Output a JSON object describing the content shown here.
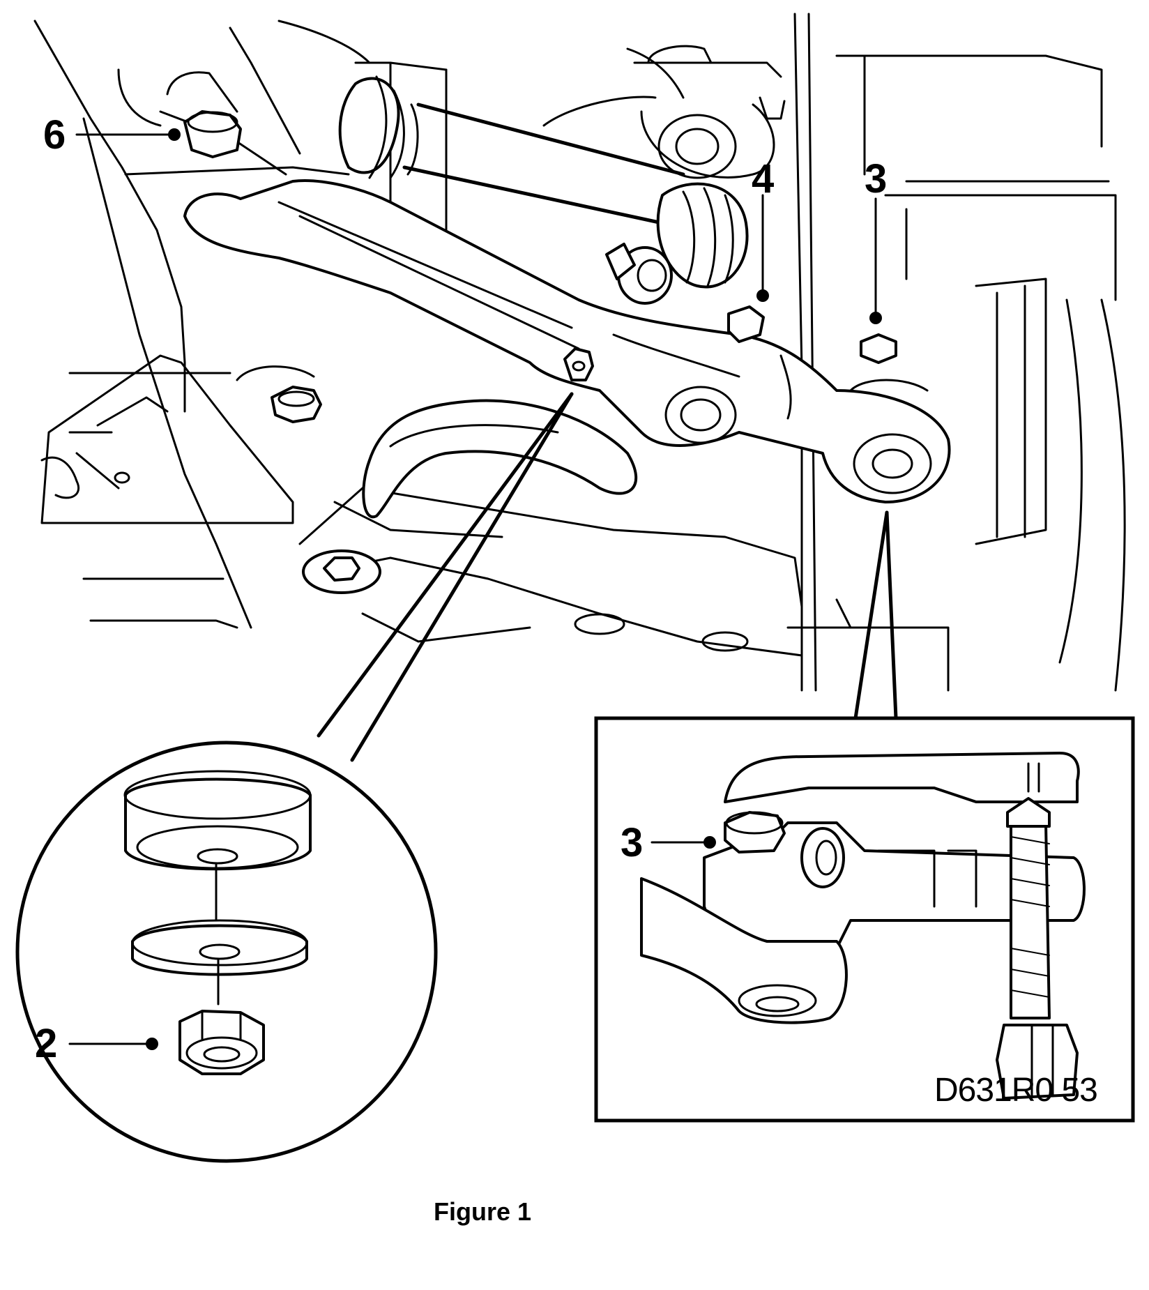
{
  "figure": {
    "caption": "Figure 1",
    "drawing_code": "D631R0 53"
  },
  "callouts": [
    {
      "id": "6",
      "label": "6"
    },
    {
      "id": "4",
      "label": "4"
    },
    {
      "id": "3-main",
      "label": "3"
    },
    {
      "id": "2",
      "label": "2"
    },
    {
      "id": "3-inset",
      "label": "3"
    }
  ]
}
